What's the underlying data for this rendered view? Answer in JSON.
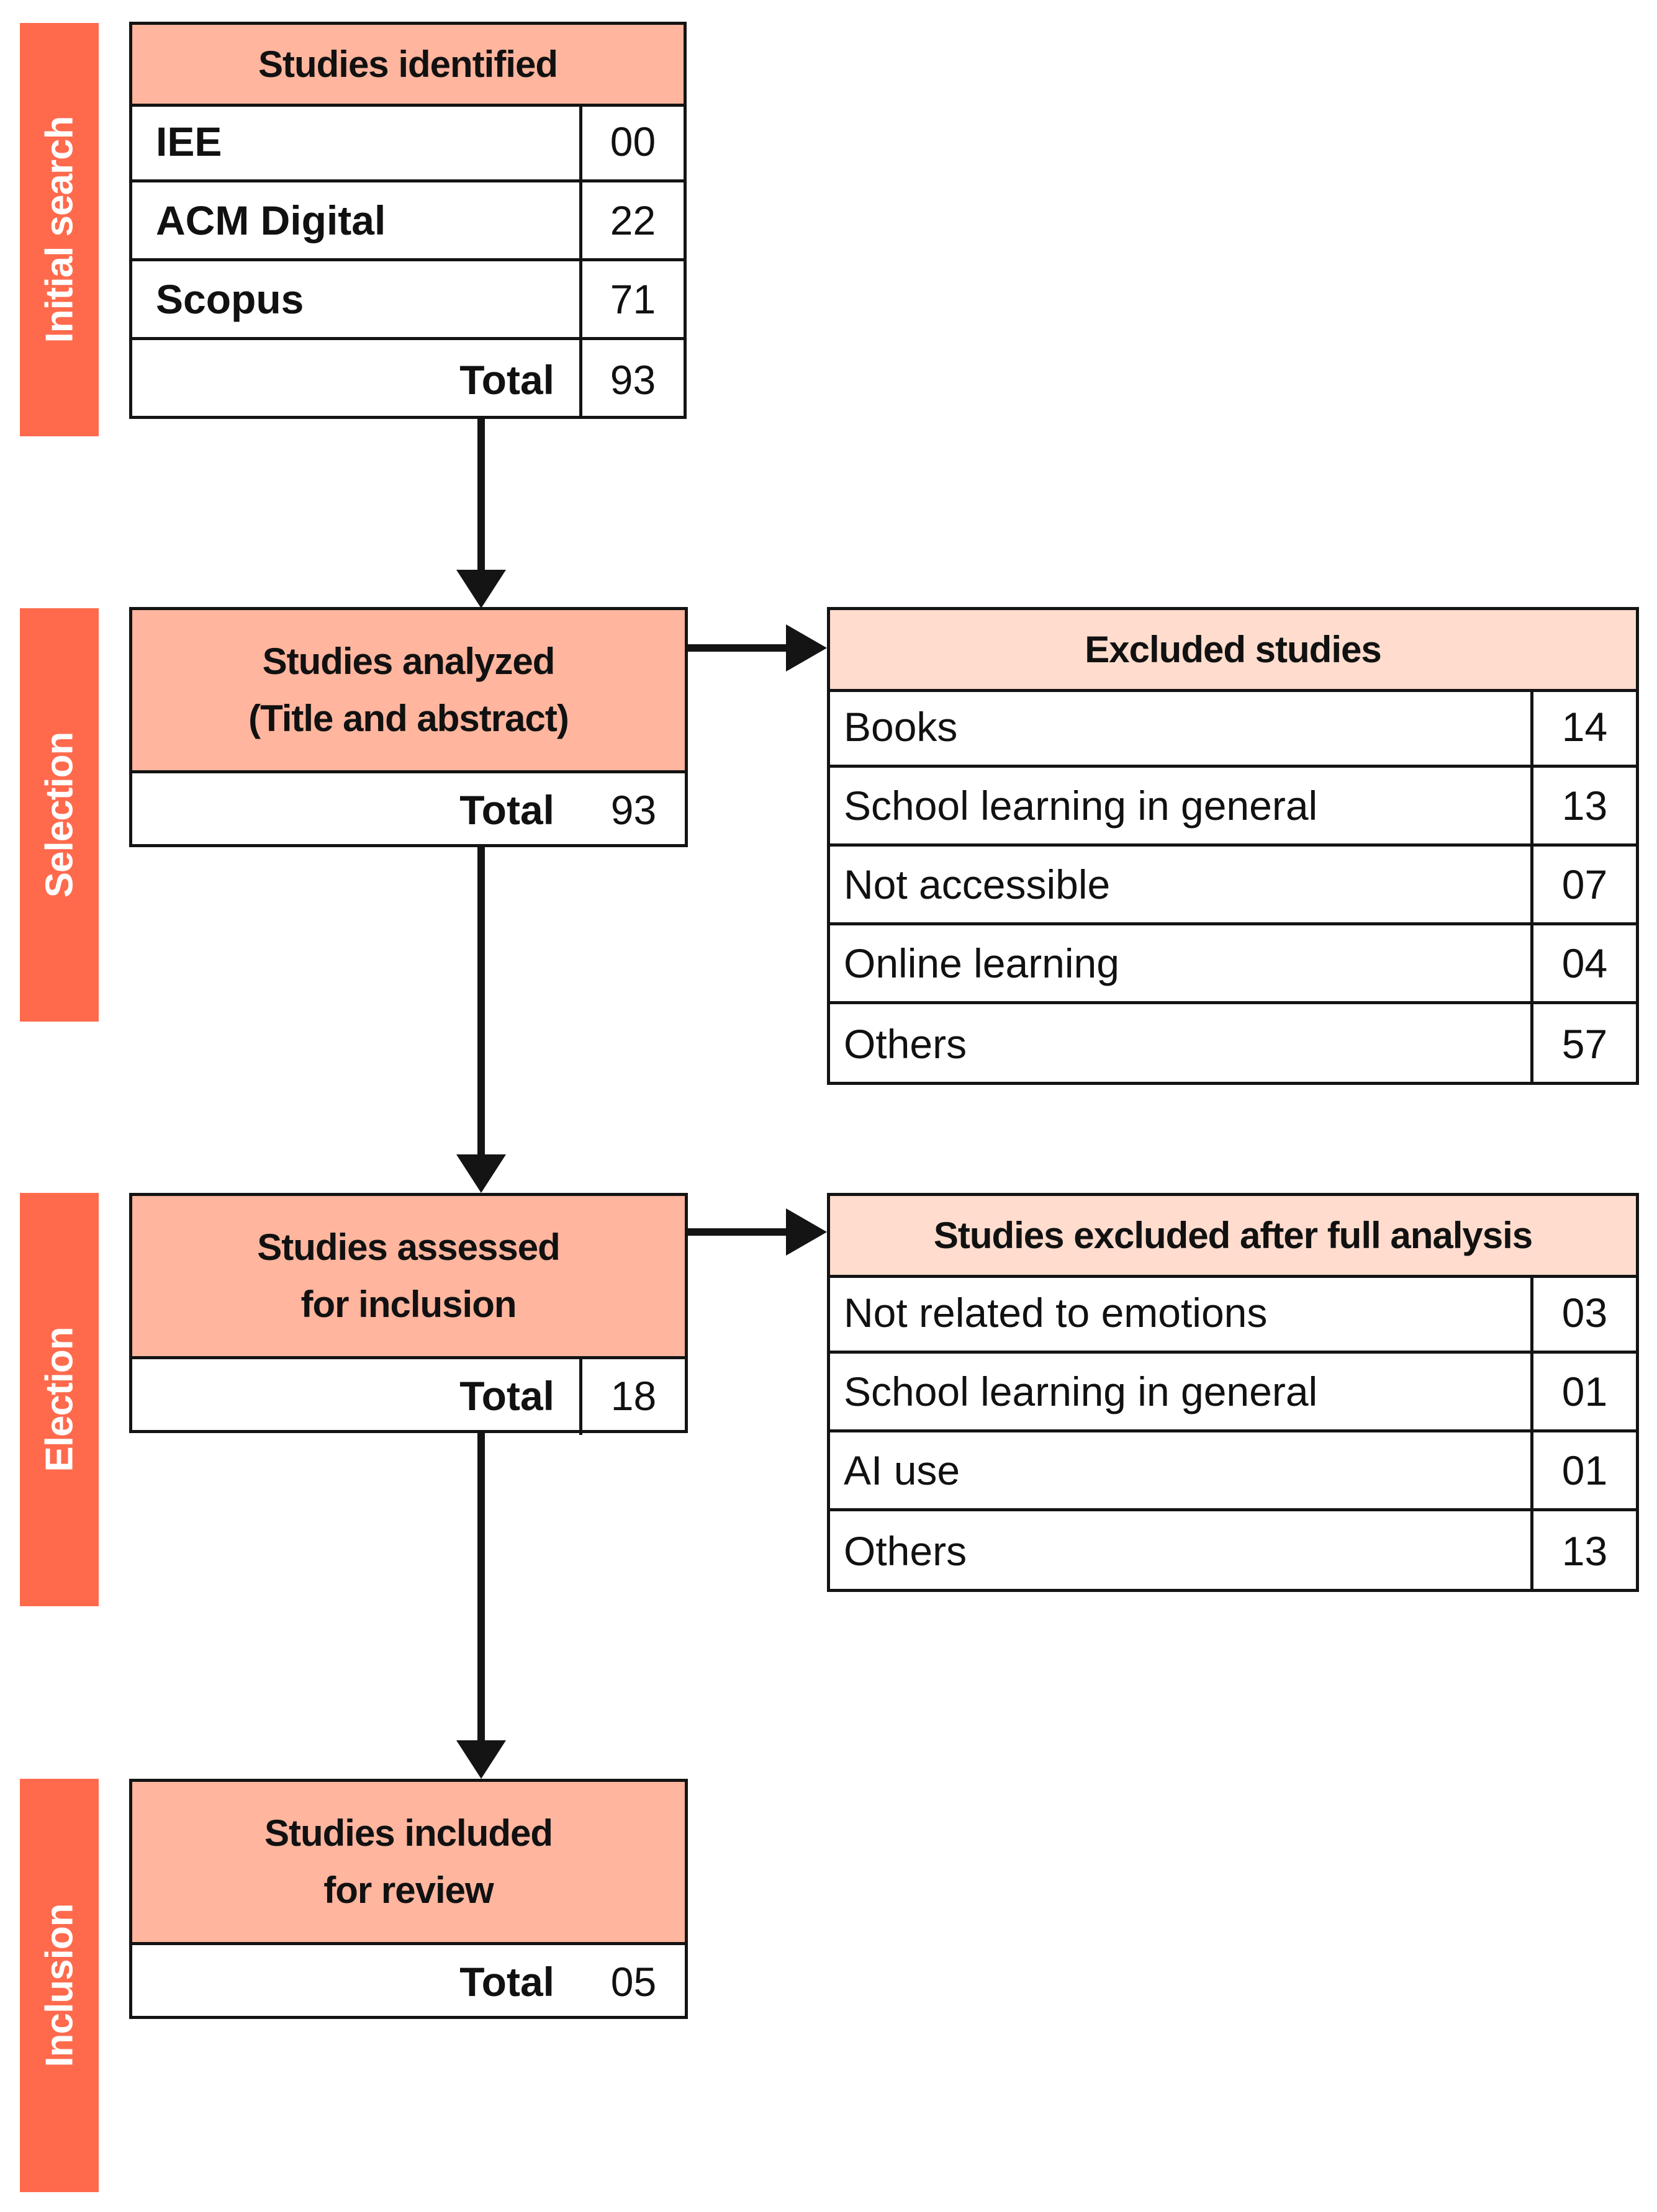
{
  "stages": [
    "Initial search",
    "Selection",
    "Election",
    "Inclusion"
  ],
  "identified": {
    "title": "Studies identified",
    "rows": [
      {
        "label": "IEE",
        "value": "00"
      },
      {
        "label": "ACM Digital",
        "value": "22"
      },
      {
        "label": "Scopus",
        "value": "71"
      }
    ],
    "total_label": "Total",
    "total_value": "93"
  },
  "analyzed": {
    "title_line1": "Studies analyzed",
    "title_line2": "(Title and abstract)",
    "total_label": "Total",
    "total_value": "93"
  },
  "excluded": {
    "title": "Excluded studies",
    "rows": [
      {
        "label": "Books",
        "value": "14"
      },
      {
        "label": "School learning in general",
        "value": "13"
      },
      {
        "label": "Not accessible",
        "value": "07"
      },
      {
        "label": "Online learning",
        "value": "04"
      },
      {
        "label": "Others",
        "value": "57"
      }
    ]
  },
  "assessed": {
    "title_line1": "Studies assessed",
    "title_line2": "for inclusion",
    "total_label": "Total",
    "total_value": "18"
  },
  "excluded_full": {
    "title": "Studies excluded after full analysis",
    "rows": [
      {
        "label": "Not related to emotions",
        "value": "03"
      },
      {
        "label": "School learning in general",
        "value": "01"
      },
      {
        "label": "AI use",
        "value": "01"
      },
      {
        "label": "Others",
        "value": "13"
      }
    ]
  },
  "included": {
    "title_line1": "Studies included",
    "title_line2": "for review",
    "total_label": "Total",
    "total_value": "05"
  },
  "colors": {
    "stage_bar": "#ff6a4d",
    "header_fill": "#ffb59e",
    "light_header_fill": "#ffdccd",
    "border": "#141414"
  }
}
